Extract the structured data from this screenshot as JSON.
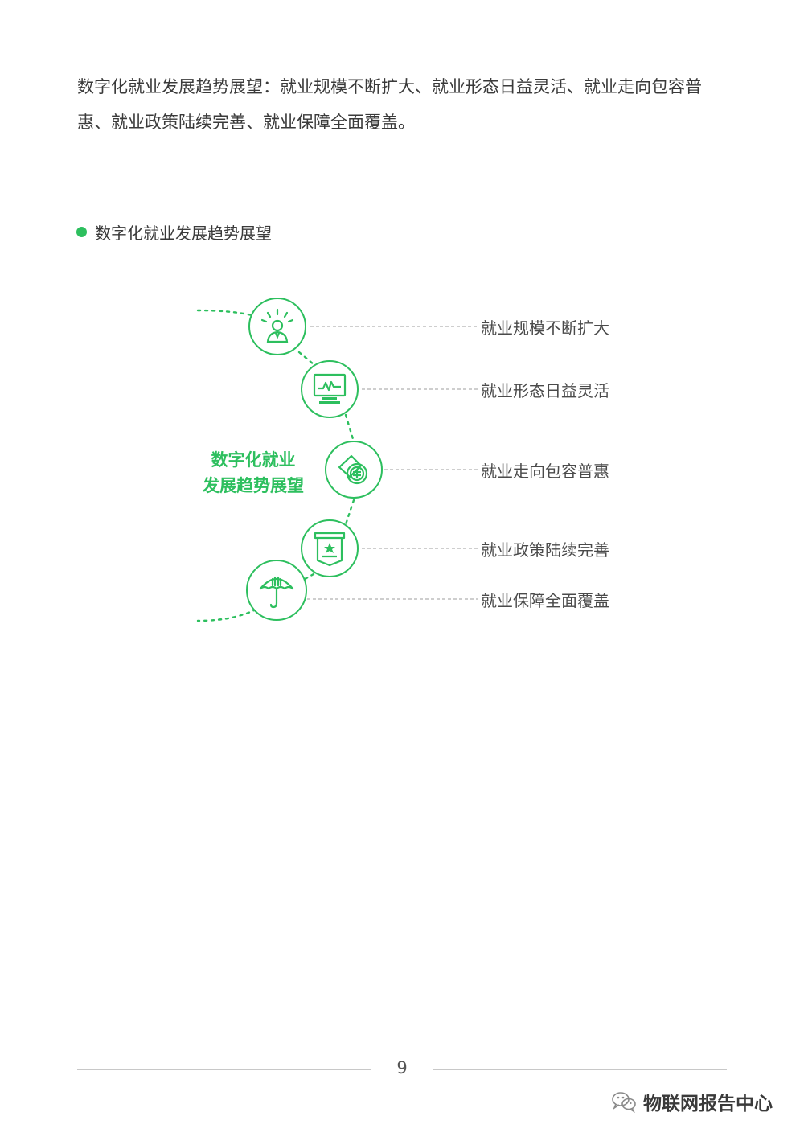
{
  "intro_text": "数字化就业发展趋势展望：就业规模不断扩大、就业形态日益灵活、就业走向包容普惠、就业政策陆续完善、就业保障全面覆盖。",
  "section": {
    "title": "数字化就业发展趋势展望"
  },
  "diagram": {
    "center_line1": "数字化就业",
    "center_line2": "发展趋势展望",
    "items": [
      {
        "label": "就业规模不断扩大",
        "icon": "person-spotlight-icon"
      },
      {
        "label": "就业形态日益灵活",
        "icon": "monitor-chart-icon"
      },
      {
        "label": "就业走向包容普惠",
        "icon": "money-coin-icon"
      },
      {
        "label": "就业政策陆续完善",
        "icon": "policy-board-star-icon"
      },
      {
        "label": "就业保障全面覆盖",
        "icon": "umbrella-icon"
      }
    ]
  },
  "footer": {
    "page_number": "9"
  },
  "watermark": {
    "text": "物联网报告中心",
    "icon": "wechat-icon"
  },
  "colors": {
    "accent": "#2dbf5e",
    "text": "#3a3a3a",
    "rule": "#bdbdbd"
  }
}
